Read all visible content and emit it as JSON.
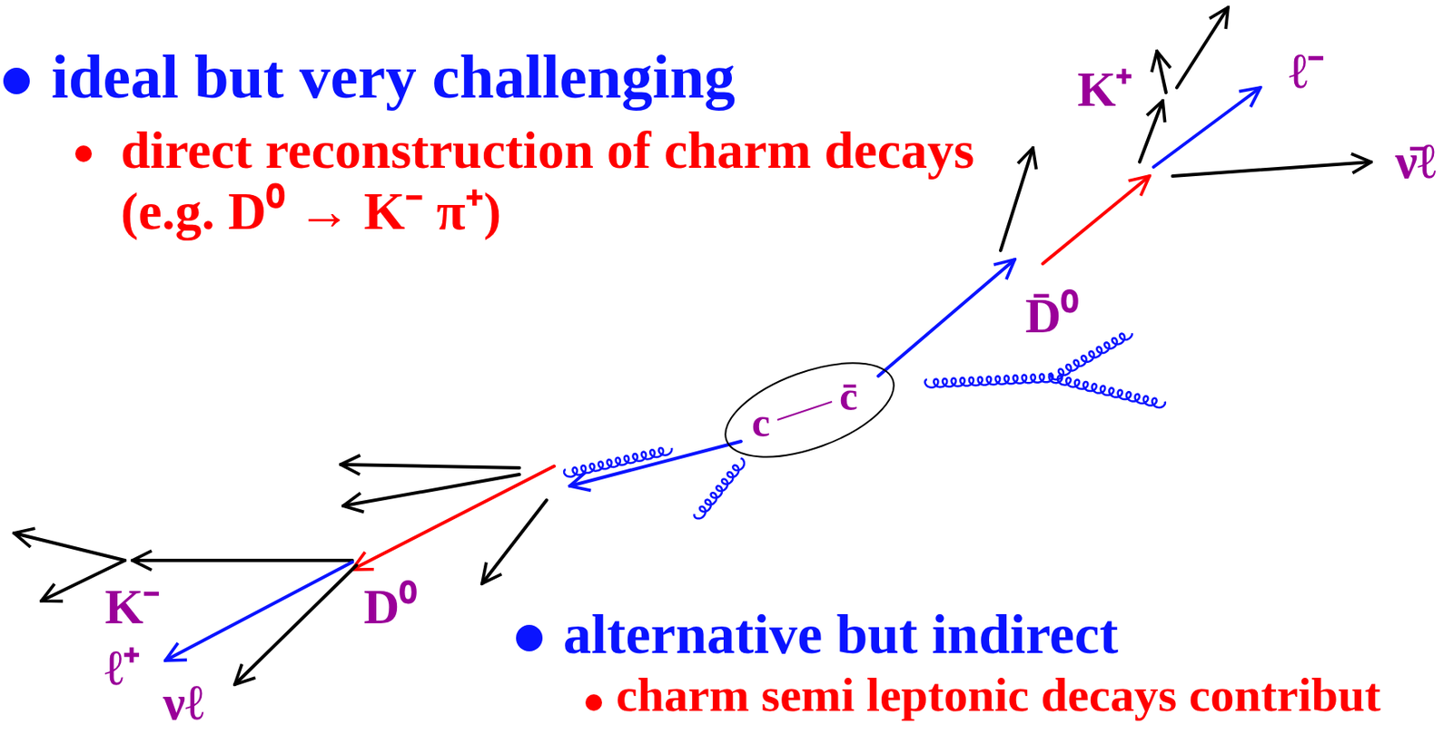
{
  "diagram": {
    "nodes": [
      {
        "text": [
          "c",
          "c̄"
        ]
      }
    ],
    "labels": [
      "ideal but very challenging",
      "direct reconstruction of charm decays (e.g. D⁰ → K⁻ π⁺)",
      "K⁺",
      "ℓ⁻",
      "ν̄ℓ",
      "D̄⁰",
      "alternative but indirect",
      "charm semi leptonic decays contribut",
      "K⁻",
      "D⁰",
      "ℓ⁺",
      "νℓ"
    ]
  }
}
